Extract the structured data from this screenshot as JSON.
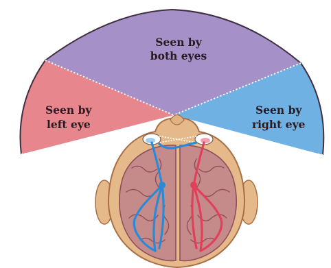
{
  "regions": {
    "left": {
      "line1": "Seen by",
      "line2": "left eye",
      "color": "#e8868e"
    },
    "both": {
      "line1": "Seen by",
      "line2": "both eyes",
      "color": "#a590c8"
    },
    "right": {
      "line1": "Seen by",
      "line2": "right eye",
      "color": "#6fb1e2"
    }
  },
  "colors": {
    "skin": "#e6b98a",
    "skin_dark": "#c48a5c",
    "brain": "#c58a8a",
    "brain_fold": "#8e4f5a",
    "left_pathway": "#2b8ad6",
    "right_pathway": "#e0405a",
    "border": "#4a3a4a"
  }
}
